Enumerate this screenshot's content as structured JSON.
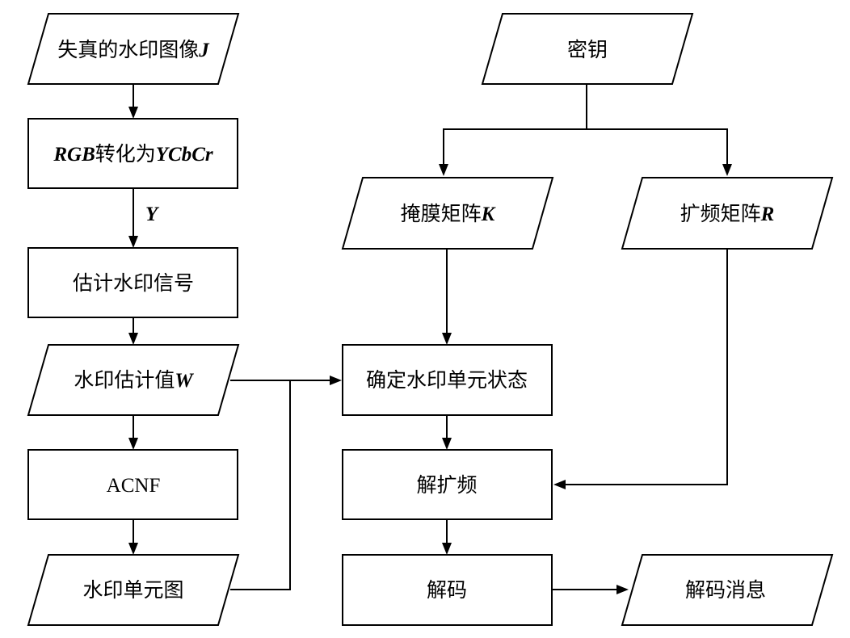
{
  "nodes": {
    "distorted_image": {
      "text": "失真的水印图像",
      "var": "J"
    },
    "rgb_convert": {
      "pre": "RGB",
      "text": "转化为",
      "var": "YCbCr"
    },
    "estimate_signal": {
      "text": "估计水印信号"
    },
    "estimate_value": {
      "text": "水印估计值",
      "var": "W"
    },
    "acnf": {
      "text": "ACNF"
    },
    "unit_map": {
      "text": "水印单元图"
    },
    "key": {
      "text": "密钥"
    },
    "mask_matrix": {
      "text": "掩膜矩阵",
      "var": "K"
    },
    "spread_matrix": {
      "text": "扩频矩阵",
      "var": "R"
    },
    "unit_state": {
      "text": "确定水印单元状态"
    },
    "despread": {
      "text": "解扩频"
    },
    "decode": {
      "text": "解码"
    },
    "decoded_message": {
      "text": "解码消息"
    }
  },
  "edges": {
    "y_label": "Y"
  }
}
